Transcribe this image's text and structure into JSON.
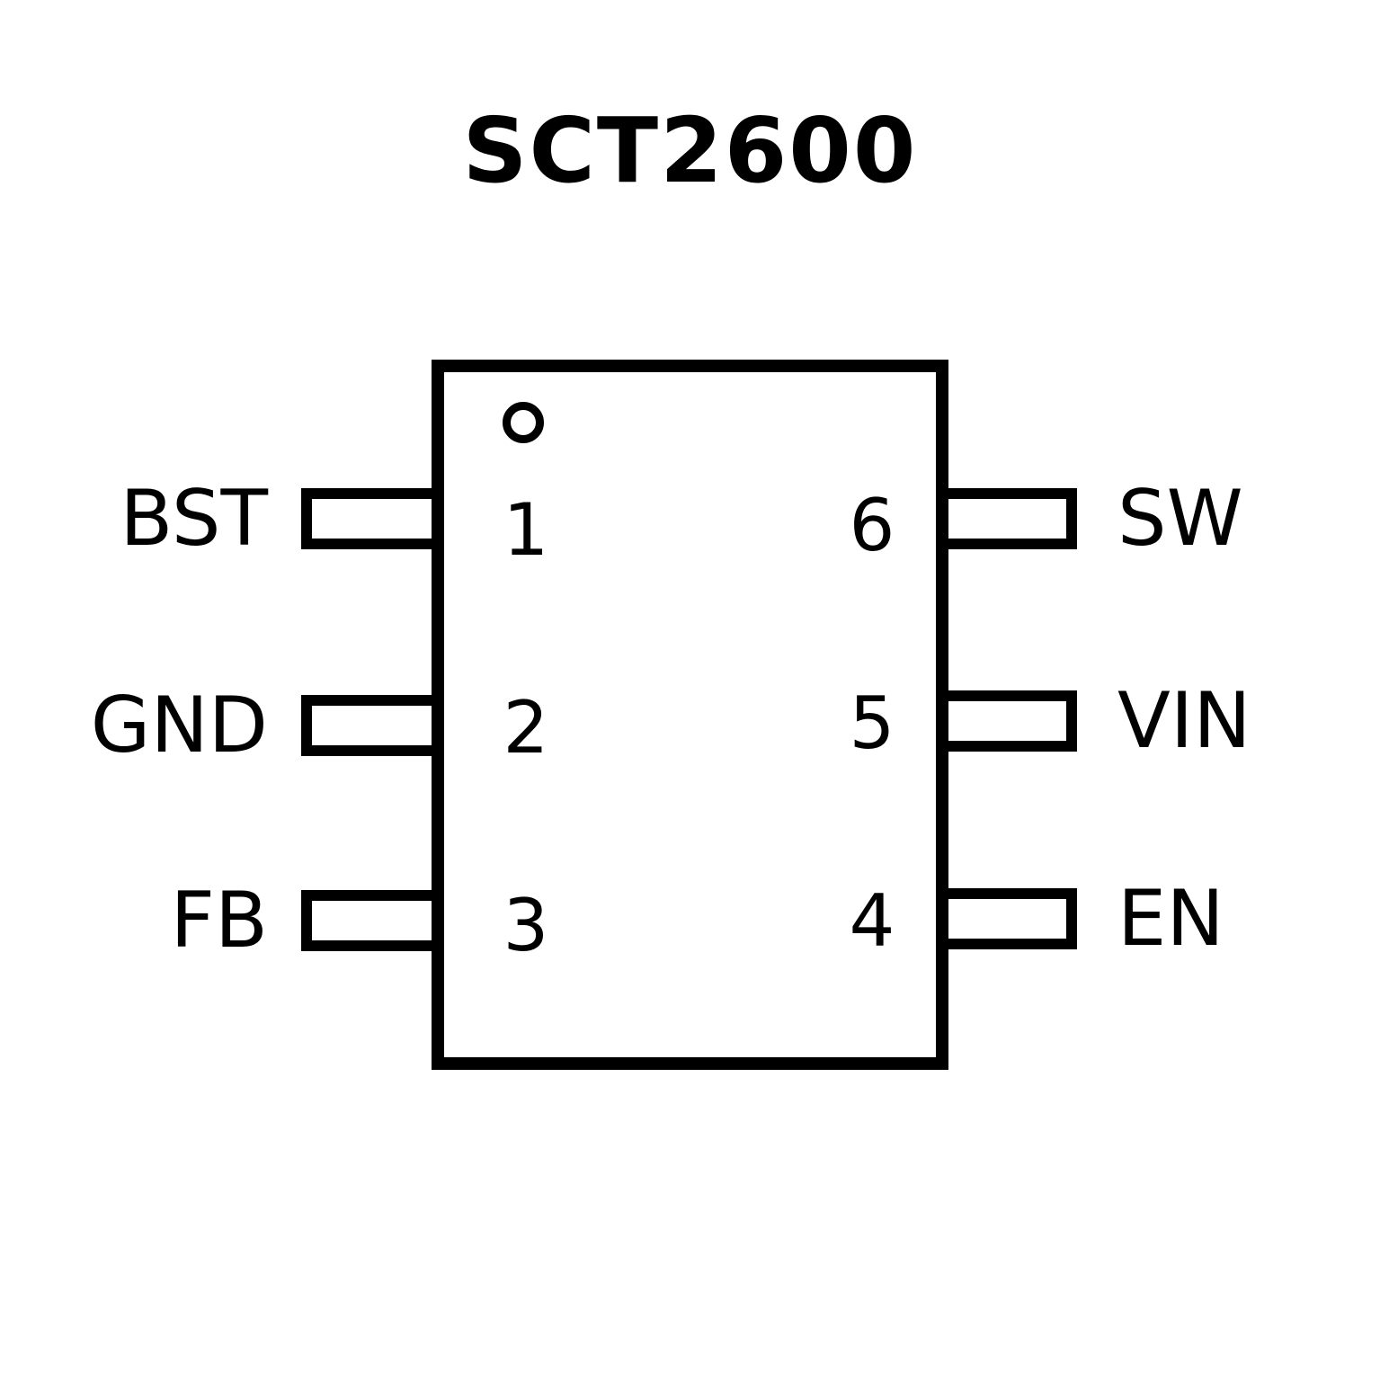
{
  "title": "SCT2600",
  "colors": {
    "line": "#000000",
    "background": "#ffffff"
  },
  "chip": {
    "package_pin_count": "6",
    "pin1_indicator": "circle-top-left"
  },
  "pins": {
    "left": [
      {
        "number": "1",
        "name": "BST"
      },
      {
        "number": "2",
        "name": "GND"
      },
      {
        "number": "3",
        "name": "FB"
      }
    ],
    "right": [
      {
        "number": "6",
        "name": "SW"
      },
      {
        "number": "5",
        "name": "VIN"
      },
      {
        "number": "4",
        "name": "EN"
      }
    ]
  }
}
